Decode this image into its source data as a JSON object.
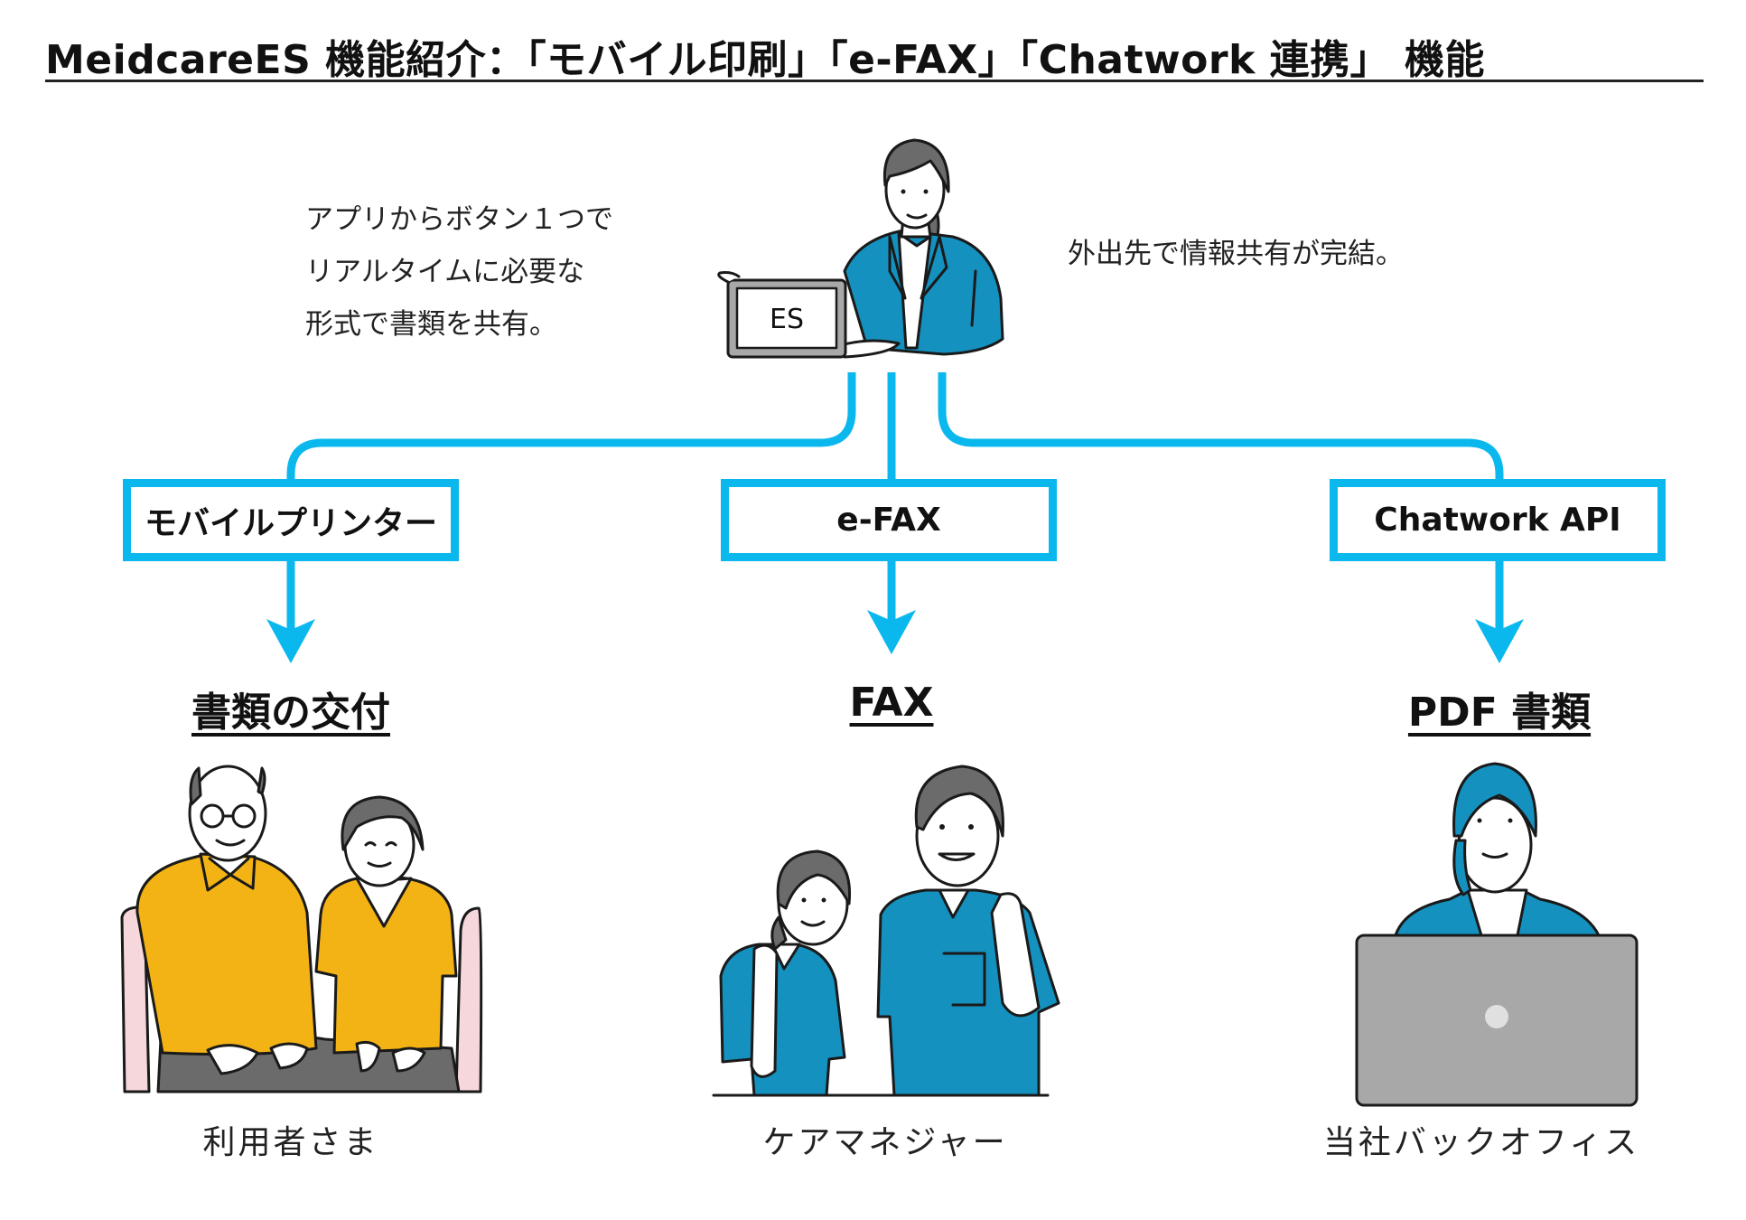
{
  "title": "MeidcareES 機能紹介：「モバイル印刷」「e-FAX」「Chatwork 連携」 機能",
  "intro": {
    "left_lines": [
      "アプリからボタン１つで",
      "リアルタイムに必要な",
      "形式で書類を共有。"
    ],
    "right_text": "外出先で情報共有が完結。",
    "tablet_label": "ES"
  },
  "colors": {
    "connector": "#0BB8EE",
    "jacket": "#1591BF",
    "shirt_yellow": "#F3B315",
    "hair_gray": "#6B6B6B",
    "laptop_gray": "#A8A8A8",
    "chair_pink": "#F6D7DC"
  },
  "branches": [
    {
      "box_label": "モバイルプリンター",
      "heading": "書類の交付",
      "caption": "利用者さま",
      "illustration": "elderly-couple"
    },
    {
      "box_label": "e-FAX",
      "heading": "FAX",
      "caption": "ケアマネジャー",
      "illustration": "care-managers"
    },
    {
      "box_label": "Chatwork API",
      "heading": "PDF 書類",
      "caption": "当社バックオフィス",
      "illustration": "office-worker-laptop"
    }
  ]
}
